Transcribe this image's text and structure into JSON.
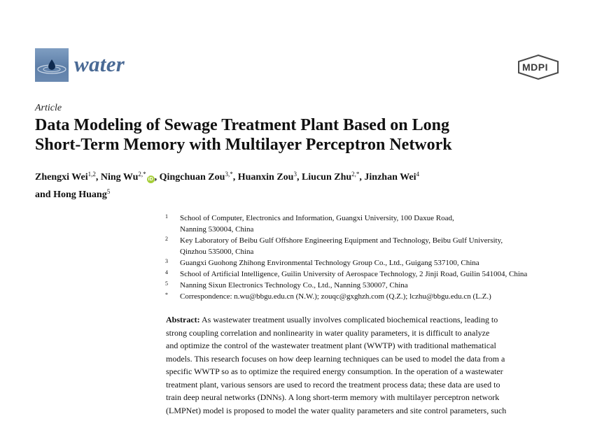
{
  "journal": {
    "name": "water",
    "publisher_logo_text": "MDPI"
  },
  "article_type": "Article",
  "title_lines": [
    "Data Modeling of Sewage Treatment Plant Based on Long",
    "Short-Term Memory with Multilayer Perceptron Network"
  ],
  "authors": [
    {
      "name": "Zhengxi Wei",
      "sup": "1,2",
      "sep": ", "
    },
    {
      "name": "Ning Wu",
      "sup": "2,*",
      "orcid": true,
      "sep": ", "
    },
    {
      "name": "Qingchuan Zou",
      "sup": "3,*",
      "sep": ", "
    },
    {
      "name": "Huanxin Zou",
      "sup": "3",
      "sep": ", "
    },
    {
      "name": "Liucun Zhu",
      "sup": "2,*",
      "sep": ", "
    },
    {
      "name": "Jinzhan Wei",
      "sup": "4",
      "sep": ""
    },
    {
      "name": "and Hong Huang",
      "sup": "5",
      "sep": ""
    }
  ],
  "affiliations": [
    {
      "num": "1",
      "lines": [
        "School of Computer, Electronics and Information, Guangxi University, 100 Daxue Road,",
        "Nanning 530004, China"
      ]
    },
    {
      "num": "2",
      "lines": [
        "Key Laboratory of Beibu Gulf Offshore Engineering Equipment and Technology, Beibu Gulf University,",
        "Qinzhou 535000, China"
      ]
    },
    {
      "num": "3",
      "lines": [
        "Guangxi Guohong Zhihong Environmental Technology Group Co., Ltd., Guigang 537100, China"
      ]
    },
    {
      "num": "4",
      "lines": [
        "School of Artificial Intelligence, Guilin University of Aerospace Technology, 2 Jinji Road, Guilin 541004, China"
      ]
    },
    {
      "num": "5",
      "lines": [
        "Nanning Sixun Electronics Technology Co., Ltd., Nanning 530007, China"
      ]
    },
    {
      "num": "*",
      "lines": [
        "Correspondence: n.wu@bbgu.edu.cn (N.W.); zouqc@gxghzh.com (Q.Z.); lczhu@bbgu.edu.cn (L.Z.)"
      ]
    }
  ],
  "abstract": {
    "label": "Abstract:",
    "lines": [
      " As wastewater treatment usually involves complicated biochemical reactions, leading to",
      "strong coupling correlation and nonlinearity in water quality parameters, it is difficult to analyze",
      "and optimize the control of the wastewater treatment plant (WWTP) with traditional mathematical",
      "models. This research focuses on how deep learning techniques can be used to model the data from a",
      "specific WWTP so as to optimize the required energy consumption. In the operation of a wastewater",
      "treatment plant, various sensors are used to record the treatment process data; these data are used to",
      "train deep neural networks (DNNs). A long short-term memory with multilayer perceptron network",
      "(LMPNet) model is proposed to model the water quality parameters and site control parameters, such"
    ]
  }
}
